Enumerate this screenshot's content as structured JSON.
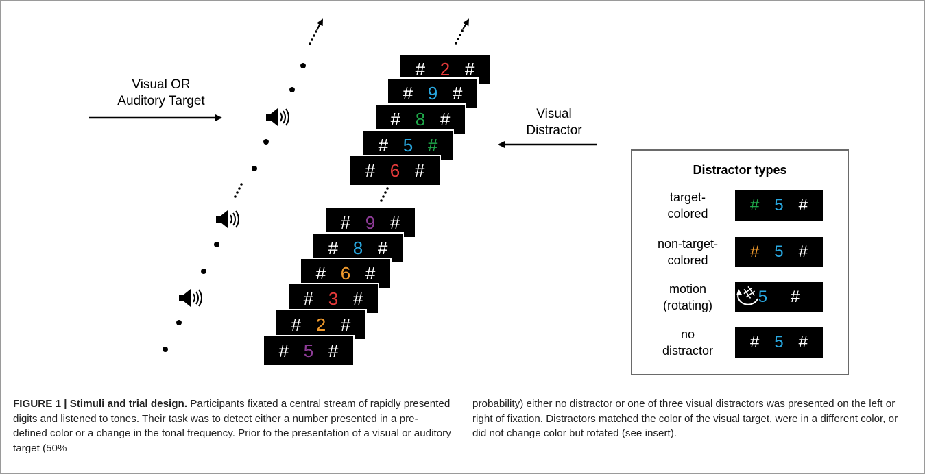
{
  "labels": {
    "target_line1": "Visual OR",
    "target_line2": "Auditory Target",
    "distractor_line1": "Visual",
    "distractor_line2": "Distractor"
  },
  "stream_top": [
    {
      "left": "#",
      "center": "2",
      "right": "#",
      "left_color": "#ffffff",
      "center_color": "#e53a3a",
      "right_color": "#ffffff"
    },
    {
      "left": "#",
      "center": "9",
      "right": "#",
      "left_color": "#ffffff",
      "center_color": "#29a8e0",
      "right_color": "#ffffff"
    },
    {
      "left": "#",
      "center": "8",
      "right": "#",
      "left_color": "#ffffff",
      "center_color": "#1fa84a",
      "right_color": "#ffffff"
    },
    {
      "left": "#",
      "center": "5",
      "right": "#",
      "left_color": "#ffffff",
      "center_color": "#29a8e0",
      "right_color": "#1fa84a"
    },
    {
      "left": "#",
      "center": "6",
      "right": "#",
      "left_color": "#ffffff",
      "center_color": "#e53a3a",
      "right_color": "#ffffff"
    }
  ],
  "stream_bottom": [
    {
      "left": "#",
      "center": "9",
      "right": "#",
      "left_color": "#ffffff",
      "center_color": "#8e3c97",
      "right_color": "#ffffff"
    },
    {
      "left": "#",
      "center": "8",
      "right": "#",
      "left_color": "#ffffff",
      "center_color": "#29a8e0",
      "right_color": "#ffffff"
    },
    {
      "left": "#",
      "center": "6",
      "right": "#",
      "left_color": "#ffffff",
      "center_color": "#f09a2c",
      "right_color": "#ffffff"
    },
    {
      "left": "#",
      "center": "3",
      "right": "#",
      "left_color": "#ffffff",
      "center_color": "#e53a3a",
      "right_color": "#ffffff"
    },
    {
      "left": "#",
      "center": "2",
      "right": "#",
      "left_color": "#ffffff",
      "center_color": "#f09a2c",
      "right_color": "#ffffff"
    },
    {
      "left": "#",
      "center": "5",
      "right": "#",
      "left_color": "#ffffff",
      "center_color": "#8e3c97",
      "right_color": "#ffffff"
    }
  ],
  "insert": {
    "title": "Distractor types",
    "rows": [
      {
        "line1": "target-",
        "line2": "colored",
        "left": "#",
        "center": "5",
        "right": "#",
        "left_color": "#1fa84a"
      },
      {
        "line1": "non-target-",
        "line2": "colored",
        "left": "#",
        "center": "5",
        "right": "#",
        "left_color": "#f09a2c"
      },
      {
        "line1": "motion",
        "line2": "(rotating)",
        "left": "",
        "center": "5",
        "right": "#",
        "left_color": "#ffffff"
      },
      {
        "line1": "no",
        "line2": "distractor",
        "left": "#",
        "center": "5",
        "right": "#",
        "left_color": "#ffffff"
      }
    ]
  },
  "icons": [
    "speaker-icon",
    "ellipsis-dots-icon",
    "rotation-arrow-icon",
    "arrow-icon"
  ],
  "colors": {
    "target_green": "#1fa84a",
    "blue": "#29a8e0",
    "red": "#e53a3a",
    "orange": "#f09a2c",
    "purple": "#8e3c97"
  },
  "caption": {
    "label": "FIGURE 1 | Stimuli and trial design.",
    "left_text": "Participants fixated a central stream of rapidly presented digits and listened to tones. Their task was to detect either a number presented in a pre-defined color or a change in the tonal frequency. Prior to the presentation of a visual or auditory target (50%",
    "right_text": "probability) either no distractor or one of three visual distractors was presented on the left or right of fixation. Distractors matched the color of the visual target, were in a different color, or did not change color but rotated (see insert)."
  }
}
